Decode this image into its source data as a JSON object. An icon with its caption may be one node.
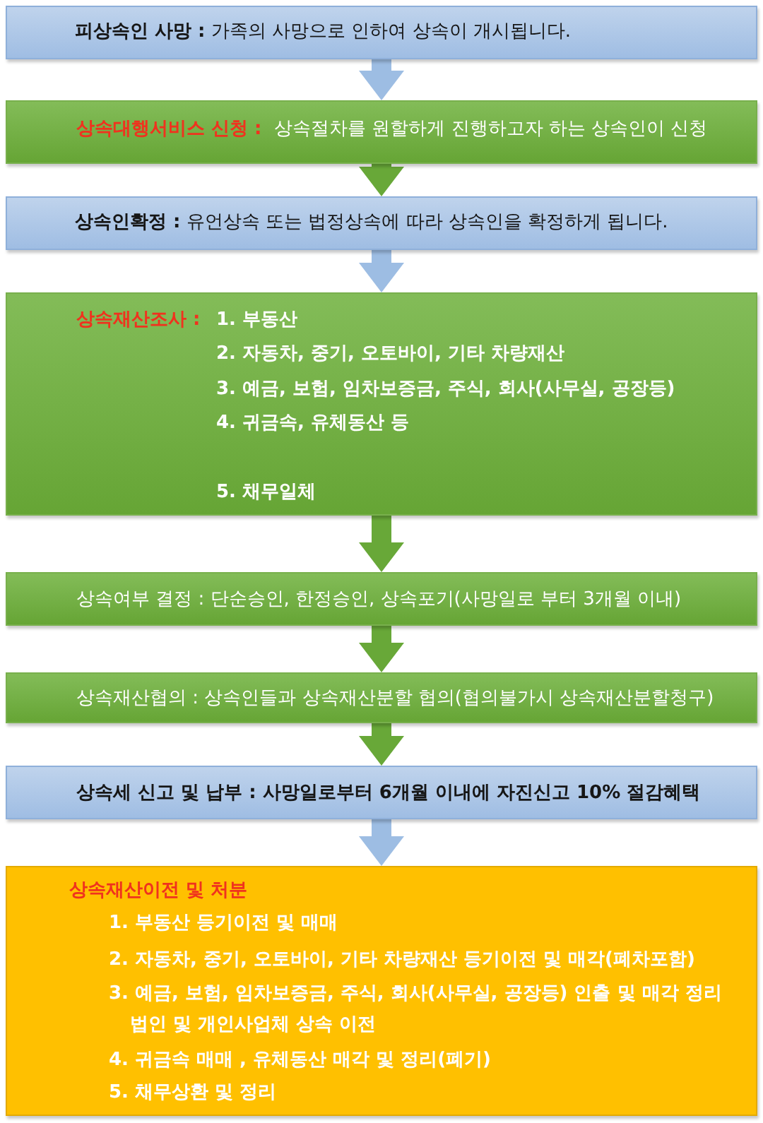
{
  "diagram": {
    "nodes": [
      {
        "text": [
          "**피상속인 사망 :** 가족의 사망으로 인하여 상속이 개시됩니다."
        ]
      },
      {
        "text": [
          "상속대행서비스 신청 :",
          "상속절차를 원할하게 진행하고자 하는 상속인이 신청"
        ]
      },
      {
        "text": [
          "**상속인확정 :** 유언상속 또는 법정상속에 따라 상속인을 확정하게 됩니다."
        ]
      },
      {
        "text": [
          "상속재산조사 :",
          "1. 부동산",
          "2. 자동차, 중기, 오토바이, 기타 차량재산",
          "3. 예금, 보험, 임차보증금, 주식, 회사(사무실, 공장등)",
          "4. 귀금속, 유체동산 등",
          "5. 채무일체"
        ]
      },
      {
        "text": [
          "상속여부 결정 : 단순승인, 한정승인, 상속포기(사망일로 부터 3개월 이내)"
        ]
      },
      {
        "text": [
          "상속재산협의 : 상속인들과 상속재산분할 협의(협의불가시 상속재산분할청구)"
        ]
      },
      {
        "text": [
          "상속세 신고 및 납부 : 사망일로부터 6개월 이내에 자진신고 10% 절감혜택"
        ]
      },
      {
        "text": [
          "상속재산이전 및 처분",
          "1. 부동산 등기이전 및 매매",
          "2. 자동차, 중기, 오토바이, 기타 차량재산 등기이전 및 매각(폐차포함)",
          "3. 예금, 보험, 임차보증금, 주식, 회사(사무실, 공장등) 인출 및 매각 정리 법인 및 개인사업체 상속 이전",
          "4. 귀금속 매매 , 유체동산 매각 및 정리(폐기)",
          "5. 채무상환 및 정리"
        ]
      }
    ],
    "edges": [
      {
        "from": 0,
        "to": 1,
        "arrow": "to",
        "color": "#9dbde3"
      },
      {
        "from": 1,
        "to": 2,
        "arrow": "to"
      },
      {
        "from": 2,
        "to": 3,
        "arrow": "to",
        "color": "#9dbde3"
      },
      {
        "from": 3,
        "to": 4,
        "arrow": "to"
      },
      {
        "from": 4,
        "to": 5,
        "arrow": "to"
      },
      {
        "from": 5,
        "to": 6,
        "arrow": "to"
      },
      {
        "from": 6,
        "to": 7,
        "arrow": "to",
        "color": "#9dbde3"
      }
    ]
  }
}
